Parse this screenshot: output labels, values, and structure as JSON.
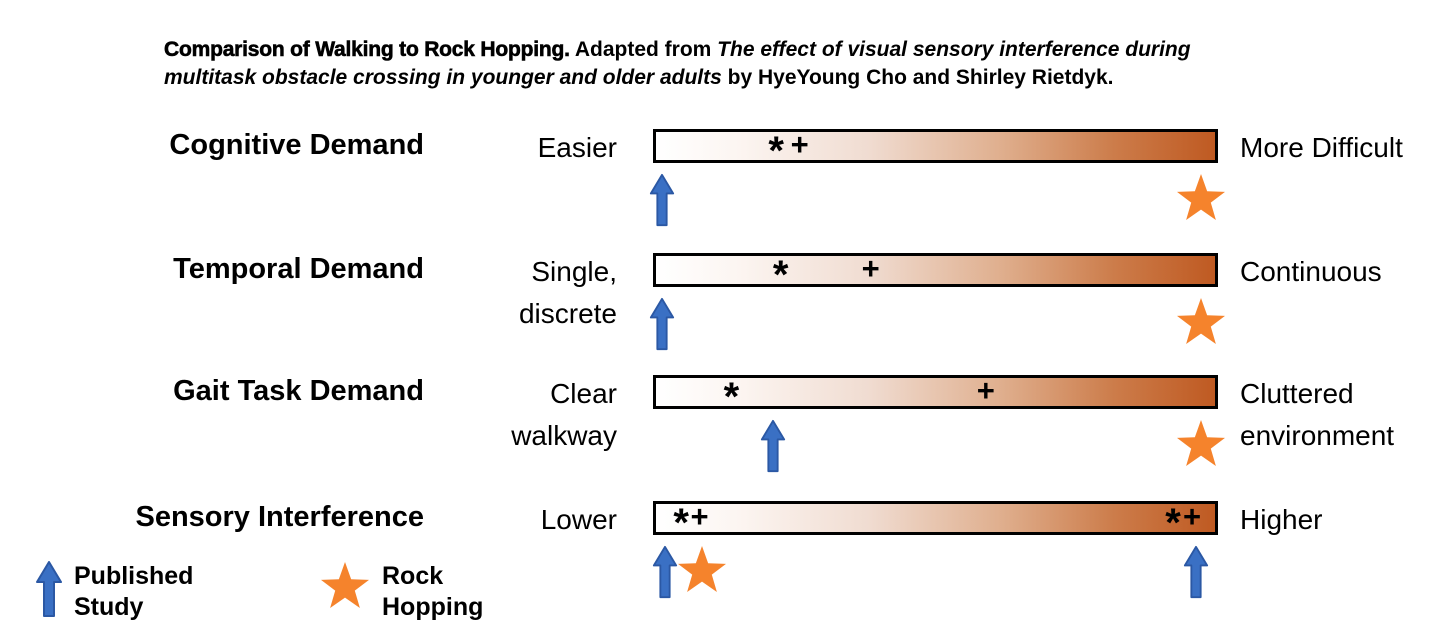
{
  "title": {
    "line1": {
      "bold": "Comparison of Walking to Rock Hopping.",
      "regular": " Adapted from ",
      "italic": "The effect of visual sensory interference during"
    },
    "line2": {
      "italic": "multitask obstacle crossing in younger and older adults",
      "bold": " by HyeYoung Cho and Shirley Rietdyk."
    }
  },
  "colors": {
    "arrow_fill": "#3A70C4",
    "arrow_stroke": "#2B58A4",
    "star_fill": "#F5832C",
    "bar_end": "#BF5A22",
    "bar_border": "#000000"
  },
  "legend": {
    "published": "Published\nStudy",
    "rock": "Rock\nHopping"
  },
  "marker_meaning": {
    "asterisk": "*",
    "plus": "+"
  },
  "rows": [
    {
      "label": "Cognitive Demand",
      "left_label": "Easier",
      "right_label": "More Difficult",
      "markers": [
        {
          "glyph": "*",
          "pos": 21.5
        },
        {
          "glyph": "+",
          "pos": 25.7
        }
      ],
      "icons": [
        {
          "type": "arrow",
          "pos": 1.6
        },
        {
          "type": "star",
          "pos": 97
        }
      ]
    },
    {
      "label": "Temporal Demand",
      "left_label": "Single,\ndiscrete",
      "right_label": "Continuous",
      "markers": [
        {
          "glyph": "*",
          "pos": 22.3
        },
        {
          "glyph": "+",
          "pos": 38.4
        }
      ],
      "icons": [
        {
          "type": "arrow",
          "pos": 1.6
        },
        {
          "type": "star",
          "pos": 97
        }
      ]
    },
    {
      "label": "Gait Task Demand",
      "left_label": "Clear\nwalkway",
      "right_label": "Cluttered\nenvironment",
      "markers": [
        {
          "glyph": "*",
          "pos": 13.5
        },
        {
          "glyph": "+",
          "pos": 59
        }
      ],
      "icons": [
        {
          "type": "arrow",
          "pos": 21.2
        },
        {
          "type": "star",
          "pos": 97
        }
      ]
    },
    {
      "label": "Sensory Interference",
      "left_label": "Lower",
      "right_label": "Higher",
      "markers": [
        {
          "glyph": "*",
          "pos": 4.5
        },
        {
          "glyph": "+",
          "pos": 7.8
        },
        {
          "glyph": "*",
          "pos": 92.5
        },
        {
          "glyph": "+",
          "pos": 95.9
        }
      ],
      "icons": [
        {
          "type": "arrow",
          "pos": 2.1
        },
        {
          "type": "star",
          "pos": 8.7
        },
        {
          "type": "arrow",
          "pos": 96.1
        }
      ]
    }
  ]
}
